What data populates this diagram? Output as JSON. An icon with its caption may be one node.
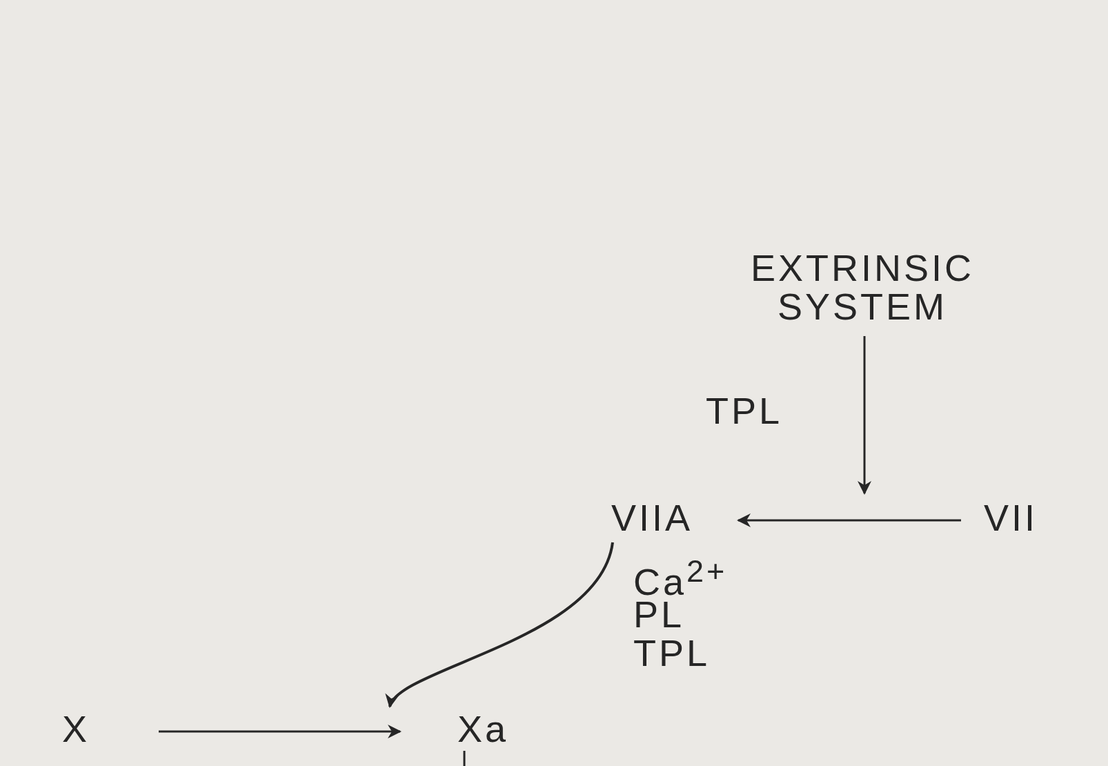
{
  "diagram": {
    "nodes": [
      {
        "text": [
          "EXTRINSIC SYSTEM"
        ]
      },
      {
        "text": [
          "VIIA"
        ]
      },
      {
        "text": [
          "VII"
        ]
      },
      {
        "text": [
          "X"
        ]
      },
      {
        "text": [
          "Xa"
        ]
      }
    ],
    "edges": [
      {
        "from": 0,
        "to": null,
        "arrow": "to",
        "label": "TPL"
      },
      {
        "from": 2,
        "to": 1,
        "arrow": "to"
      },
      {
        "from": 1,
        "to": 4,
        "arrow": "to"
      },
      {
        "from": 3,
        "to": 4,
        "arrow": "to"
      },
      {
        "from": 4,
        "to": null,
        "arrow": "none"
      }
    ],
    "labels": [
      "Ca$^{2+}$",
      "PL",
      "TPL"
    ]
  }
}
